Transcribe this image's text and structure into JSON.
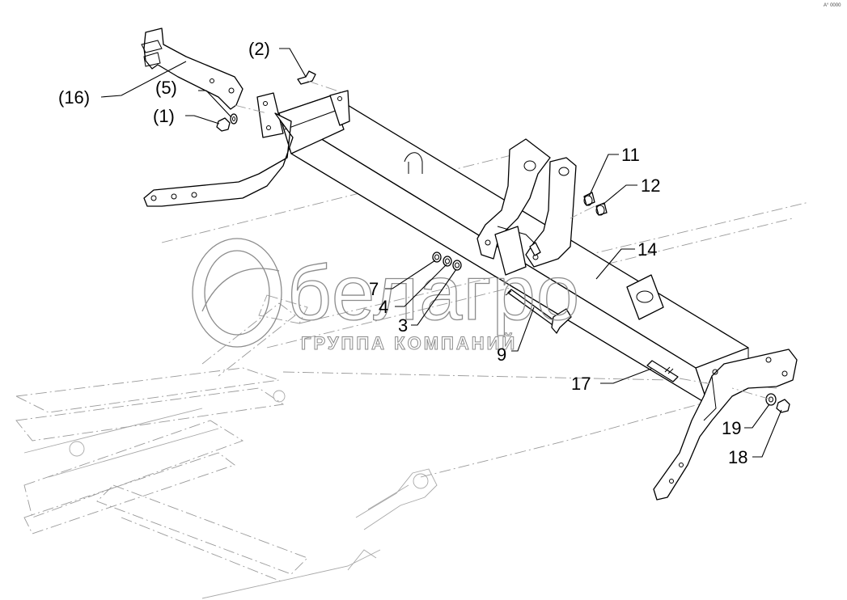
{
  "drawing": {
    "callouts": [
      {
        "id": "c16",
        "text": "(16)"
      },
      {
        "id": "c5",
        "text": "(5)"
      },
      {
        "id": "c1",
        "text": "(1)"
      },
      {
        "id": "c2",
        "text": "(2)"
      },
      {
        "id": "c11",
        "text": "11"
      },
      {
        "id": "c12",
        "text": "12"
      },
      {
        "id": "c14",
        "text": "14"
      },
      {
        "id": "c7",
        "text": "7"
      },
      {
        "id": "c4",
        "text": "4"
      },
      {
        "id": "c3",
        "text": "3"
      },
      {
        "id": "c9",
        "text": "9"
      },
      {
        "id": "c17",
        "text": "17"
      },
      {
        "id": "c19",
        "text": "19"
      },
      {
        "id": "c18",
        "text": "18"
      }
    ],
    "corner_mark": "A° 0000"
  },
  "watermark": {
    "logo_text": "белагро",
    "tagline": "ГРУППА КОМПАНИЙ"
  }
}
